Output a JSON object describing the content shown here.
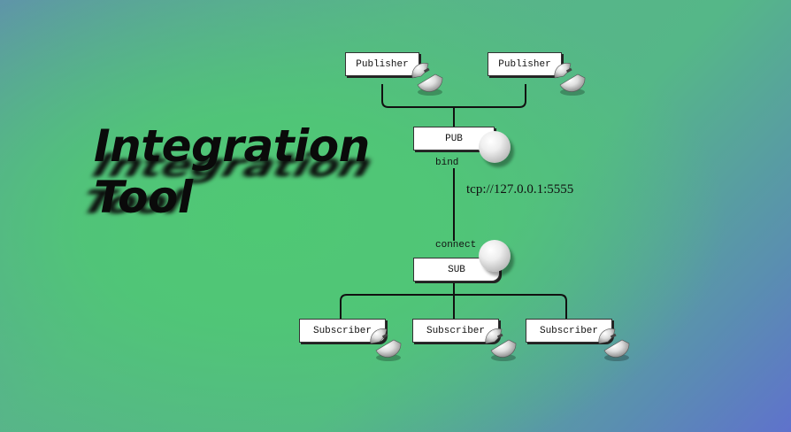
{
  "title": {
    "line1": "Integration",
    "line2": "Tool"
  },
  "diagram": {
    "publishers": [
      "Publisher",
      "Publisher"
    ],
    "pub_socket": "PUB",
    "bind_label": "bind",
    "address": "tcp://127.0.0.1:5555",
    "connect_label": "connect",
    "sub_socket": "SUB",
    "subscribers": [
      "Subscriber",
      "Subscriber",
      "Subscriber"
    ]
  },
  "icons": {
    "socket": "sphere-icon",
    "plug": "plug-icon"
  }
}
